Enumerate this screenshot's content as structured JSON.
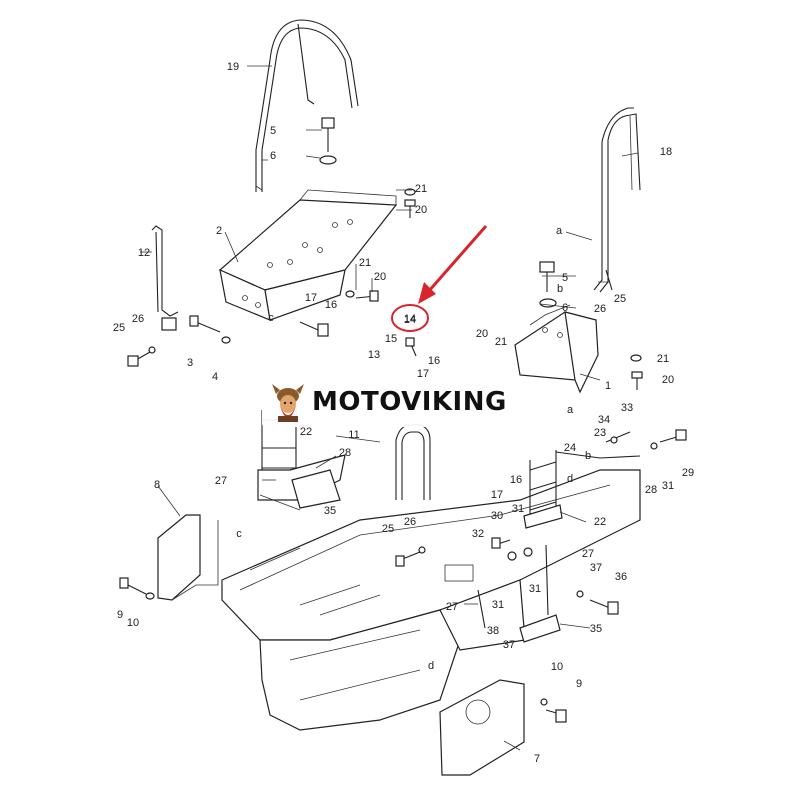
{
  "banner": {
    "text": "MOTOVIKING"
  },
  "highlight": {
    "label": "14",
    "color": "#d9242b"
  },
  "callouts": [
    "19",
    "5",
    "6",
    "21",
    "20",
    "2",
    "12",
    "21",
    "20",
    "17",
    "16",
    "25",
    "26",
    "3",
    "4",
    "c",
    "15",
    "14",
    "13",
    "16",
    "17",
    "20",
    "21",
    "1",
    "18",
    "a",
    "5",
    "b",
    "6",
    "26",
    "25",
    "21",
    "20",
    "a",
    "23",
    "34",
    "33",
    "24",
    "29",
    "b",
    "31",
    "28",
    "22",
    "11",
    "27",
    "28",
    "16",
    "17",
    "8",
    "d",
    "22",
    "c",
    "26",
    "25",
    "30",
    "32",
    "31",
    "9",
    "10",
    "31",
    "27",
    "37",
    "36",
    "27",
    "31",
    "38",
    "37",
    "35",
    "d",
    "10",
    "9",
    "7",
    "35"
  ]
}
